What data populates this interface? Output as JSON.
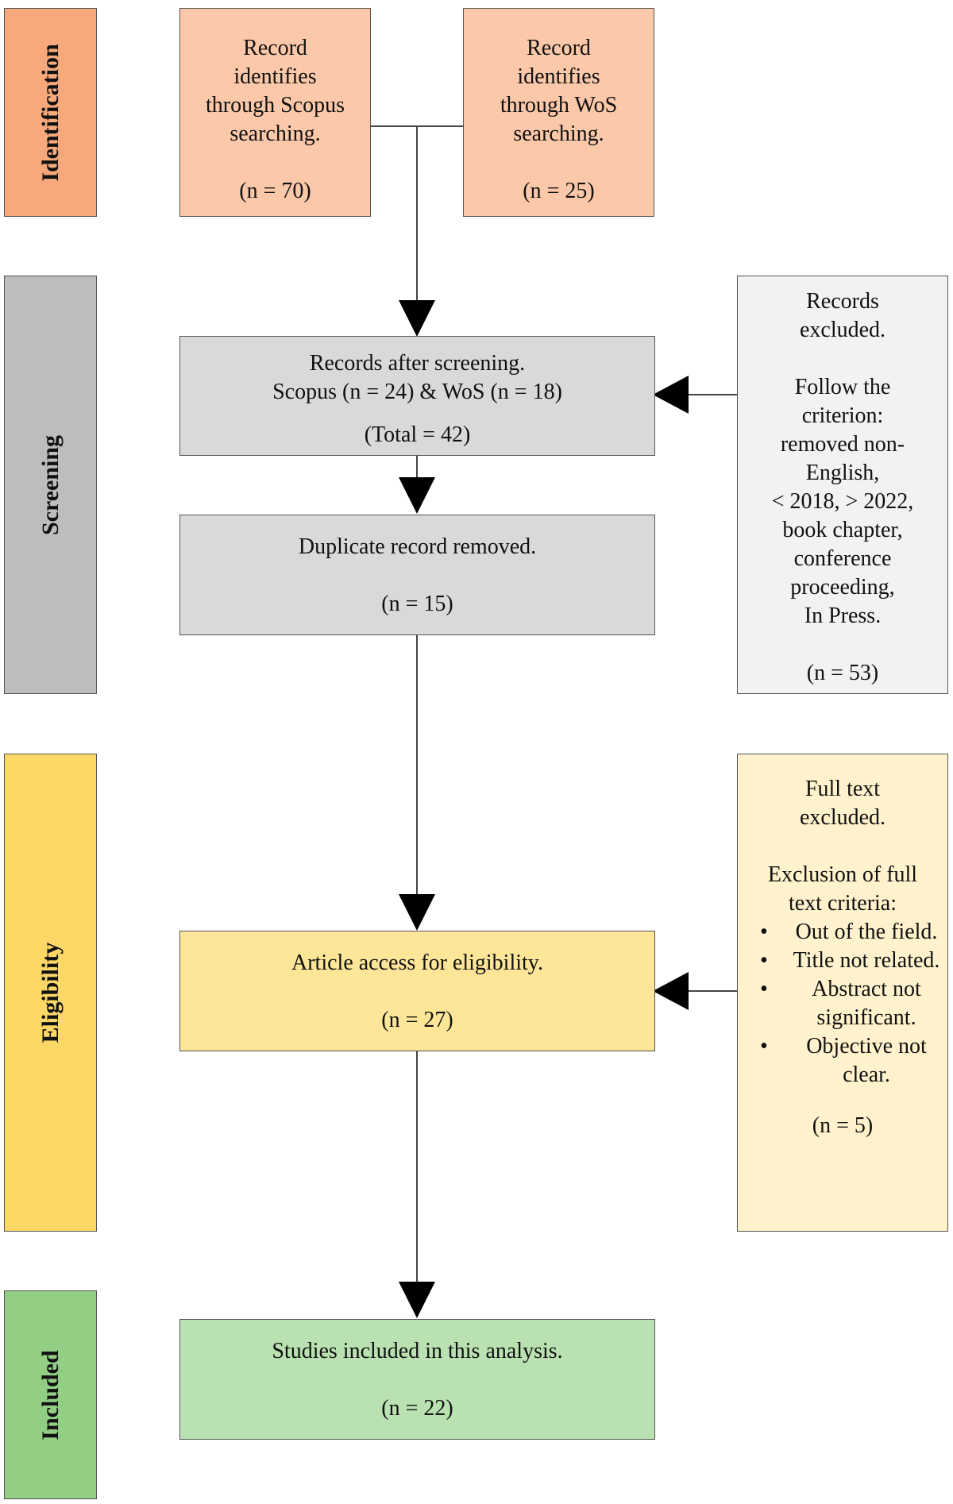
{
  "stages": {
    "identification": "Identification",
    "screening": "Screening",
    "eligibility": "Eligibility",
    "included": "Included"
  },
  "scopus_box": {
    "lines": [
      "Record",
      "identifies",
      "through Scopus",
      "searching."
    ],
    "count": "(n = 70)"
  },
  "wos_box": {
    "lines": [
      "Record",
      "identifies",
      "through WoS",
      "searching."
    ],
    "count": "(n = 25)"
  },
  "screened_box": {
    "lines": [
      "Records after screening.",
      "Scopus (n = 24) & WoS (n = 18)"
    ],
    "total": "(Total = 42)"
  },
  "duplicate_box": {
    "text": "Duplicate record removed.",
    "count": "(n = 15)"
  },
  "records_excluded_box": {
    "title_lines": [
      "Records",
      "excluded."
    ],
    "body_lines": [
      "Follow the",
      "criterion:",
      "removed non-",
      "English,",
      "< 2018, > 2022,",
      "book chapter,",
      "conference",
      "proceeding,",
      "In Press."
    ],
    "count": "(n = 53)"
  },
  "eligibility_box": {
    "text": "Article access for eligibility.",
    "count": "(n = 27)"
  },
  "fulltext_excluded_box": {
    "title_lines": [
      "Full text",
      "excluded."
    ],
    "criteria_lines": [
      "Exclusion of full",
      "text criteria:"
    ],
    "bullets": [
      "Out of the field.",
      "Title not related.",
      "Abstract not significant.",
      "Objective not clear."
    ],
    "count": "(n = 5)"
  },
  "included_box": {
    "text": "Studies included in this analysis.",
    "count": "(n = 22)"
  },
  "colors": {
    "identification_stage": "#f8a97c",
    "identification_box": "#fbc8a9",
    "screening_stage": "#bdbdbd",
    "screening_box": "#d9d9d9",
    "excluded_box": "#f2f2f2",
    "eligibility_stage": "#fdd866",
    "eligibility_box": "#fee699",
    "fulltext_box": "#fff2cc",
    "included_stage": "#92cf84",
    "included_box": "#b9e1b1"
  }
}
